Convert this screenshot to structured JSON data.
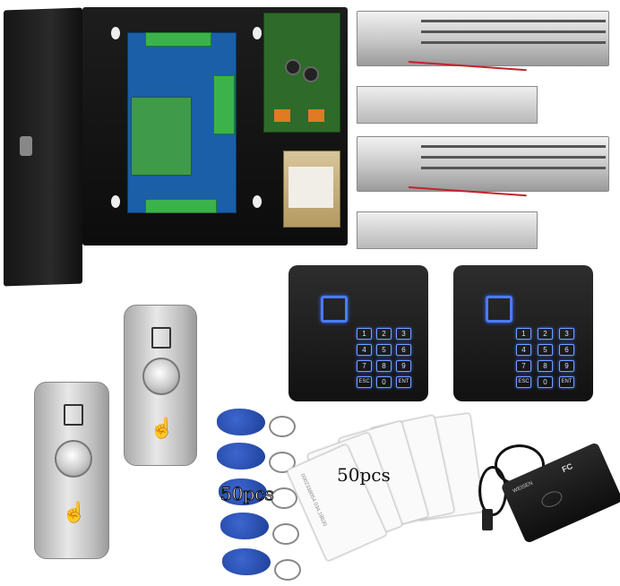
{
  "image": {
    "description_labels": {
      "cards_quantity": "50pcs",
      "fobs_quantity": "50pcs"
    },
    "keypad_keys": [
      "1",
      "2",
      "3",
      "4",
      "5",
      "6",
      "7",
      "8",
      "9",
      "ESC",
      "0",
      "ENT"
    ],
    "card_serial": "0002338054 034,18630",
    "usb_reader_label": "FC",
    "usb_reader_brand": "WEISEN",
    "colors": {
      "box": "#141414",
      "pcb_blue": "#1a5fa8",
      "terminal_green": "#3bb34a",
      "fob_blue": "#2a4fb5",
      "keypad_glow": "#4b7bff",
      "steel": "#c6c6c6"
    }
  }
}
